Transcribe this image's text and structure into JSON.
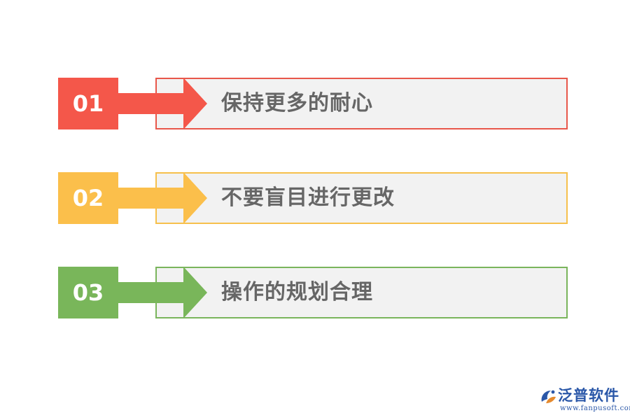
{
  "steps": [
    {
      "number": "01",
      "text": "保持更多的耐心",
      "color": "#f4574a"
    },
    {
      "number": "02",
      "text": "不要盲目进行更改",
      "color": "#fbbf4b"
    },
    {
      "number": "03",
      "text": "操作的规划合理",
      "color": "#79b65a"
    }
  ],
  "logo": {
    "name": "泛普软件",
    "url": "www.fanpusoft.com",
    "icon": "fanpu-logo-icon",
    "color": "#2a57a8"
  }
}
